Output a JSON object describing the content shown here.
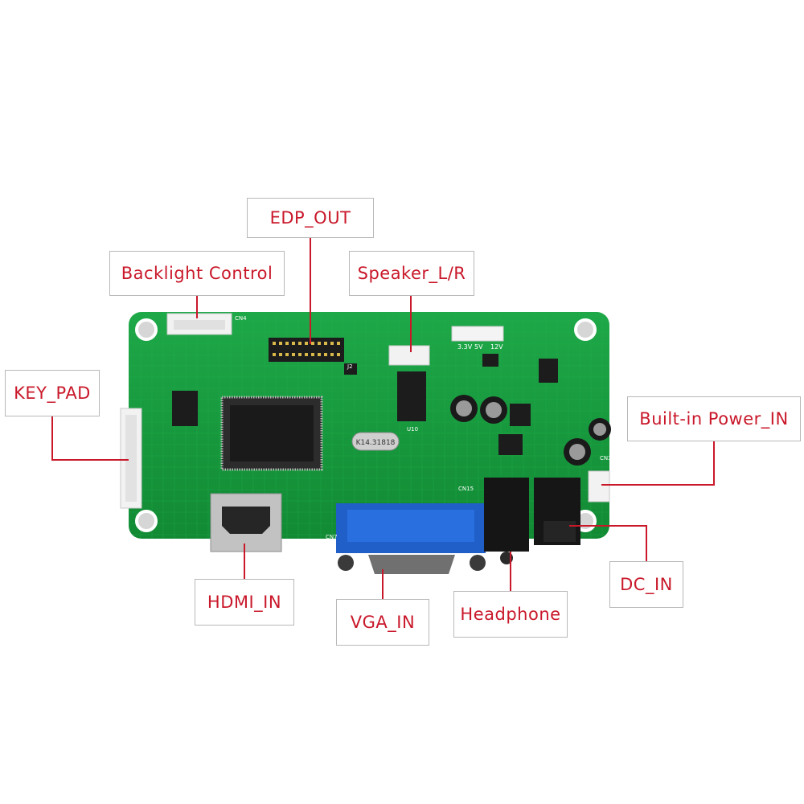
{
  "labels": {
    "edp_out": "EDP_OUT",
    "backlight_control": "Backlight Control",
    "speaker_lr": "Speaker_L/R",
    "key_pad": "KEY_PAD",
    "builtin_power_in": "Built-in Power_IN",
    "hdmi_in": "HDMI_IN",
    "vga_in": "VGA_IN",
    "headphone": "Headphone",
    "dc_in": "DC_IN"
  },
  "board_text": {
    "rail_3v3": "3.3V",
    "rail_5v": "5V",
    "rail_12v": "12V",
    "crystal": "K14.31818",
    "cn4": "CN4",
    "cn15": "CN15",
    "j2": "J2",
    "u10": "U10",
    "cn7": "CN7",
    "cn3": "CN3"
  },
  "colors": {
    "board": "#169a3c",
    "label_text": "#c9182a",
    "leader_line": "#c9182a",
    "label_border": "#b8b8b8"
  }
}
